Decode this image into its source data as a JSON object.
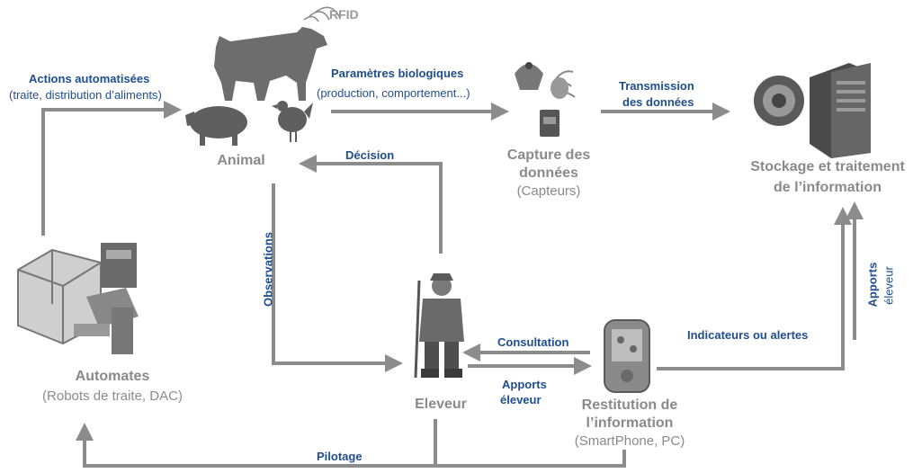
{
  "nodes": {
    "animal": {
      "title": "Animal",
      "rfid": "RFID"
    },
    "capture": {
      "title_line1": "Capture des",
      "title_line2": "données",
      "sub": "(Capteurs)"
    },
    "storage": {
      "title_line1": "Stockage et traitement",
      "title_line2": "de l’information"
    },
    "automates": {
      "title": "Automates",
      "sub": "(Robots de traite,  DAC)"
    },
    "eleveur": {
      "title": "Eleveur"
    },
    "restitution": {
      "title_line1": "Restitution de",
      "title_line2": "l’information",
      "sub": "(SmartPhone, PC)"
    }
  },
  "edges": {
    "actions": {
      "line1": "Actions automatisées",
      "line2": "(traite, distribution d’aliments)"
    },
    "parametres": {
      "line1": "Paramètres biologiques",
      "line2": "(production, comportement...)"
    },
    "transmission": {
      "line1": "Transmission",
      "line2": "des données"
    },
    "decision": "Décision",
    "observations": "Observations",
    "consultation": "Consultation",
    "apports_bottom": {
      "line1": "Apports",
      "line2": "éleveur"
    },
    "apports_right": {
      "line1": "Apports",
      "line2": "éleveur"
    },
    "indicateurs": "Indicateurs ou alertes",
    "pilotage": "Pilotage"
  },
  "colors": {
    "arrow": "#8c8c8c",
    "label_blue": "#1f4e8f",
    "node_text": "#8a8a8a"
  },
  "icons": [
    "cow-icon",
    "pig-icon",
    "chicken-icon",
    "sensor-icon",
    "server-icon",
    "robot-icon",
    "farmer-icon",
    "smartphone-icon"
  ]
}
